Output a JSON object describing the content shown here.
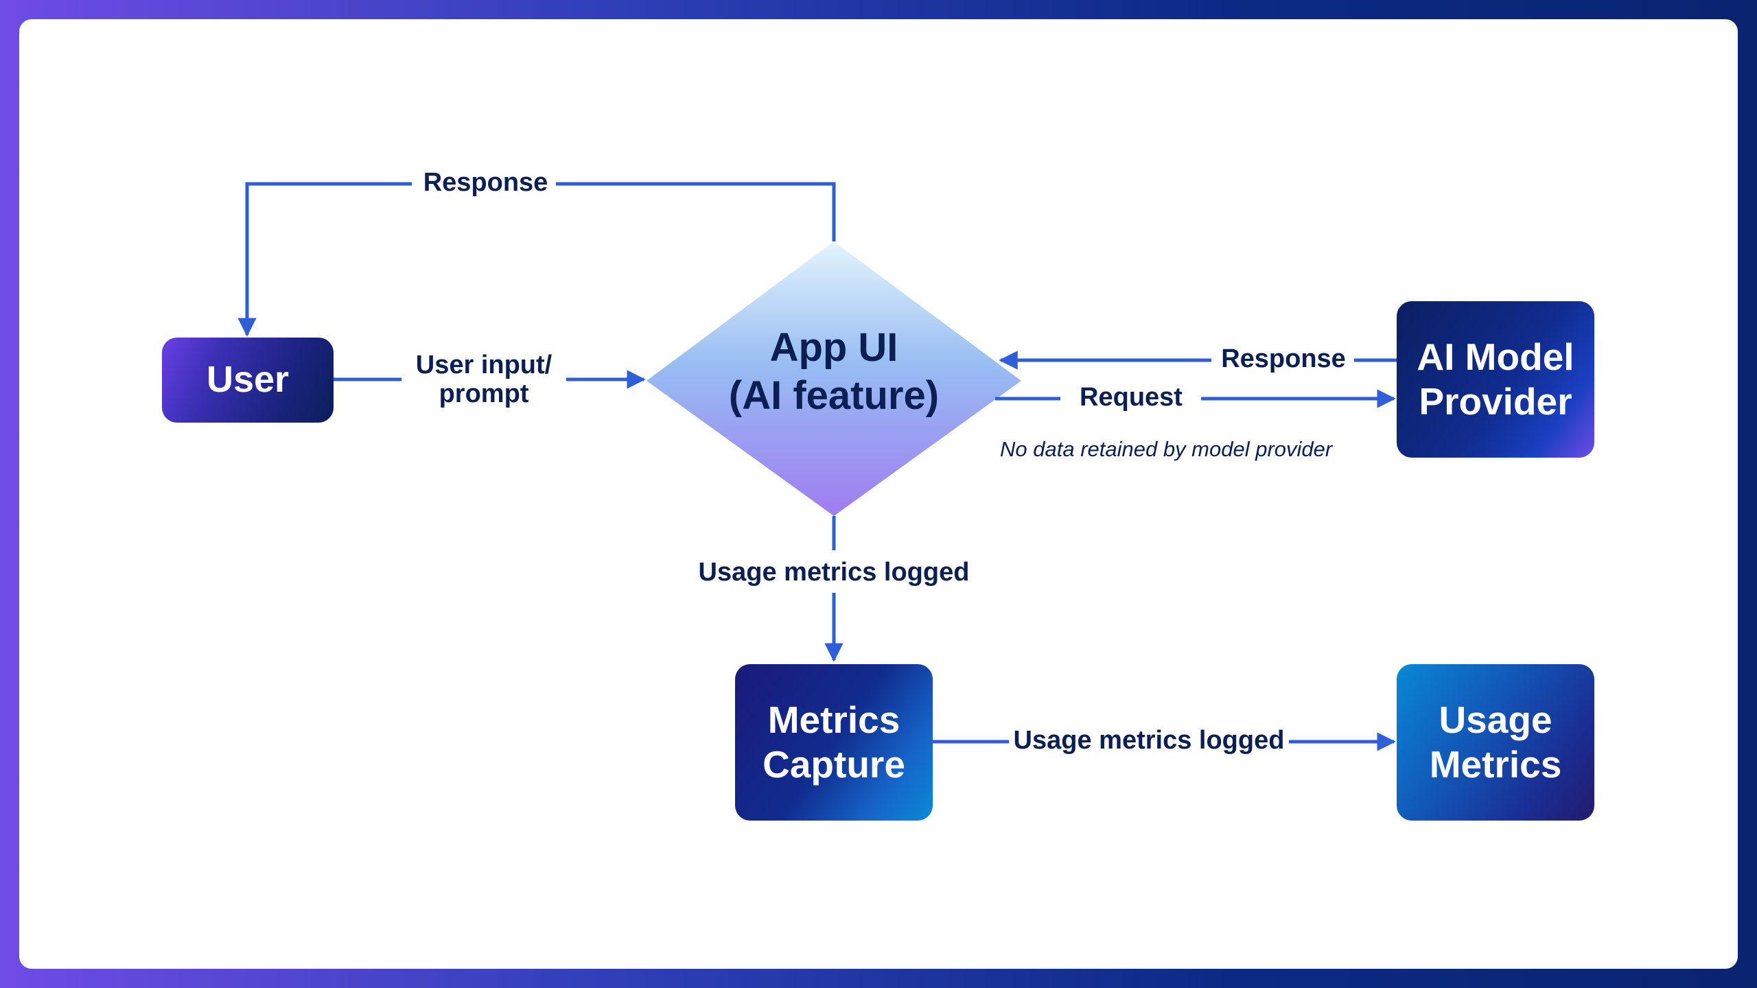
{
  "nodes": {
    "user": "User",
    "app_ui": {
      "line1": "App UI",
      "line2": "(AI feature)"
    },
    "provider": {
      "line1": "AI Model",
      "line2": "Provider"
    },
    "metrics_capture": {
      "line1": "Metrics",
      "line2": "Capture"
    },
    "usage_metrics": {
      "line1": "Usage",
      "line2": "Metrics"
    }
  },
  "edges": {
    "response_to_user": "Response",
    "user_input": {
      "line1": "User input/",
      "line2": "prompt"
    },
    "response_from_provider": "Response",
    "request": "Request",
    "no_retention_note": "No data retained by model provider",
    "usage_logged_down": "Usage metrics logged",
    "usage_logged_right": "Usage metrics logged"
  },
  "colors": {
    "line": "#2f5fd8",
    "text": "#0b1f55",
    "frame_start": "#6f4ce6",
    "frame_end": "#0a2470"
  }
}
